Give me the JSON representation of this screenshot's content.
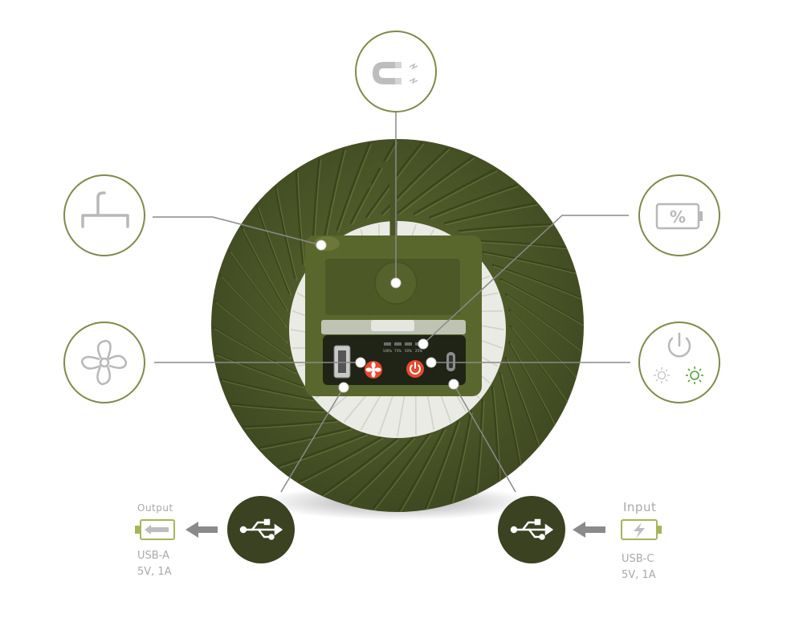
{
  "colors": {
    "olive": "#4e5a2a",
    "olive_dark": "#3d4720",
    "olive_light": "#66733a",
    "ring": "#7f8a4a",
    "icon_gray": "#b8b8b8",
    "leader": "#8a8a8a",
    "accent_red": "#e8492e",
    "accent_green": "#5aa03c"
  },
  "icons": {
    "top": "magnet-icon",
    "upper_left": "hanger-hook-icon",
    "upper_right": "battery-percent-icon",
    "middle_left": "fan-icon",
    "middle_right": "power-brightness-icon",
    "bottom_left": "usb-output-icon",
    "bottom_right": "usb-input-icon"
  },
  "device": {
    "battery_levels": [
      "100%",
      "75%",
      "50%",
      "25%"
    ]
  },
  "callouts": {
    "battery_symbol": "%",
    "output": {
      "title": "Output",
      "port": "USB-A",
      "spec": "5V, 1A"
    },
    "input": {
      "title": "Input",
      "port": "USB-C",
      "spec": "5V, 1A"
    }
  }
}
